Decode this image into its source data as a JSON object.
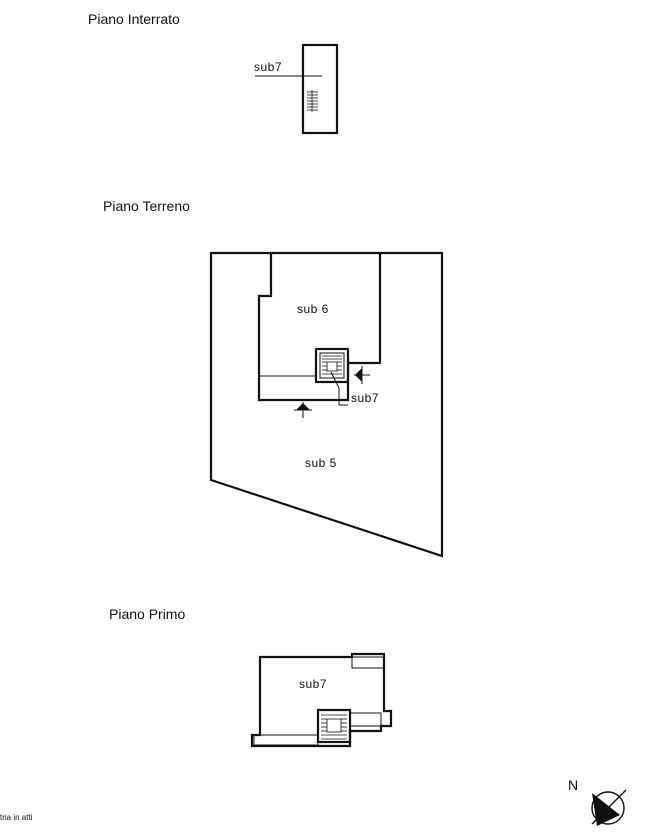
{
  "floors": {
    "basement": {
      "title": "Piano Interrato",
      "unit_label": "sub7"
    },
    "ground": {
      "title": "Piano Terreno",
      "unit_a_label": "sub  6",
      "unit_b_label": "sub  5",
      "stair_unit_label": "sub7"
    },
    "first": {
      "title": "Piano Primo",
      "unit_label": "sub7"
    }
  },
  "compass": {
    "label": "N"
  },
  "footnote": "tria in atti"
}
